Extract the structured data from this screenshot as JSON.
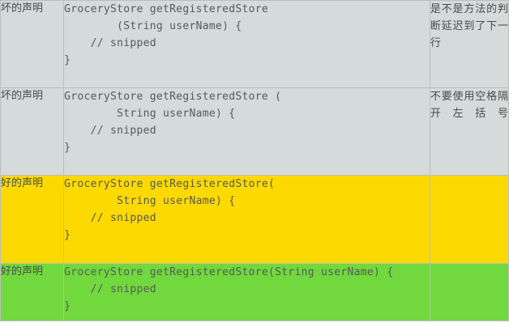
{
  "table": {
    "columns": [
      "declaration-quality",
      "code-sample",
      "explanation"
    ],
    "rows": [
      {
        "label": "坏的声明",
        "code": "GroceryStore getRegisteredStore\n        (String userName) {\n    // snipped\n}",
        "note": "是不是方法的判断延迟到了下一行",
        "quality": "bad",
        "fill": "#d5dada"
      },
      {
        "label": "坏的声明",
        "code": "GroceryStore getRegisteredStore (\n        String userName) {\n    // snipped\n}",
        "note": "不要使用空格隔开左括号",
        "quality": "bad",
        "fill": "#d5dada"
      },
      {
        "label": "好的声明",
        "code": "GroceryStore getRegisteredStore(\n        String userName) {\n    // snipped\n}",
        "note": "",
        "quality": "good",
        "fill": "#fcd900"
      },
      {
        "label": "好的声明",
        "code": "GroceryStore getRegisteredStore(String userName) {\n    // snipped\n}",
        "note": "",
        "quality": "good",
        "fill": "#71d83d"
      }
    ]
  },
  "colors": {
    "bad_row": "#d5dada",
    "good_row_highlight": "#fcd900",
    "good_row_best": "#71d83d",
    "border": "#b9bebe",
    "code_text": "#555b5b",
    "label_text": "#474d4d"
  }
}
